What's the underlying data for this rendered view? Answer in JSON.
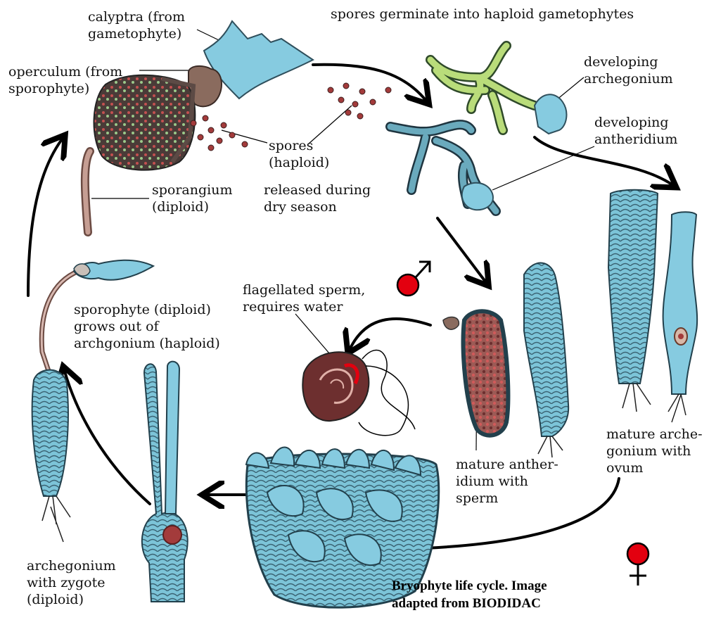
{
  "labels": {
    "calyptra": [
      "calyptra (from",
      "gametophyte)"
    ],
    "germinate": [
      "spores germinate into haploid gametophytes"
    ],
    "operculum": [
      "operculum (from",
      "sporophyte)"
    ],
    "dev_archegonium": [
      "developing",
      "archegonium"
    ],
    "dev_antheridium": [
      "developing",
      "antheridium"
    ],
    "spores": [
      "spores",
      "(haploid)"
    ],
    "released": [
      "released during",
      "dry season"
    ],
    "sporangium": [
      "sporangium",
      "(diploid)"
    ],
    "flagellated": [
      "flagellated sperm,",
      "requires water"
    ],
    "sporophyte": [
      "sporophyte (diploid)",
      "grows out of",
      "archgonium (haploid)"
    ],
    "mature_archegonium": [
      "mature arche-",
      "gonium with",
      "ovum"
    ],
    "mature_antheridium": [
      "mature anther-",
      "idium with",
      "sperm"
    ],
    "zygote": [
      "archegonium",
      "with zygote",
      "(diploid)"
    ]
  },
  "caption": [
    "Bryophyte life cycle.  Image",
    "adapted from BIODIDAC"
  ],
  "colors": {
    "plant_blue": "#7cc4d8",
    "plant_dark": "#2f4f5c",
    "filament_green": "#b9dc7a",
    "spore_red": "#a33b3b",
    "symbol_red": "#e3000f",
    "capsule_brown": "#7a5d52"
  },
  "icons": [
    "male-symbol-icon",
    "female-symbol-icon"
  ]
}
